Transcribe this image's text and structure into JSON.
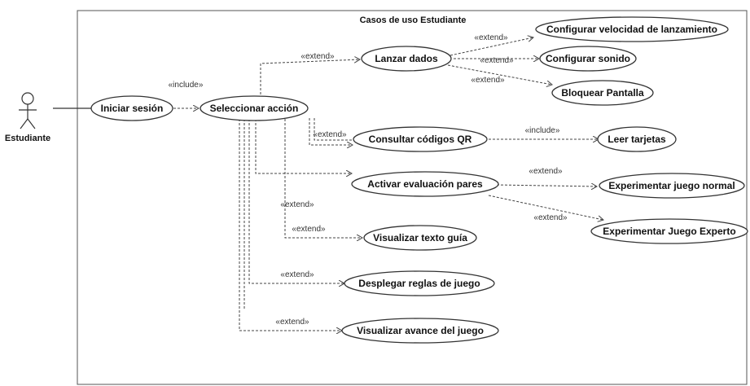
{
  "diagram": {
    "system_title": "Casos de uso Estudiante",
    "actor": {
      "name": "Estudiante"
    },
    "use_cases": {
      "iniciar": "Iniciar sesión",
      "seleccionar": "Seleccionar acción",
      "lanzar": "Lanzar dados",
      "config_vel": "Configurar velocidad de lanzamiento",
      "config_sonido": "Configurar sonido",
      "bloquear": "Bloquear Pantalla",
      "consultar": "Consultar códigos QR",
      "leer": "Leer tarjetas",
      "activar": "Activar evaluación pares",
      "exp_normal": "Experimentar juego normal",
      "exp_experto": "Experimentar Juego Experto",
      "visualizar_texto": "Visualizar texto guía",
      "desplegar": "Desplegar reglas de juego",
      "visualizar_avance": "Visualizar avance del juego"
    },
    "stereotypes": {
      "include": "«include»",
      "extend": "«extend»"
    }
  }
}
